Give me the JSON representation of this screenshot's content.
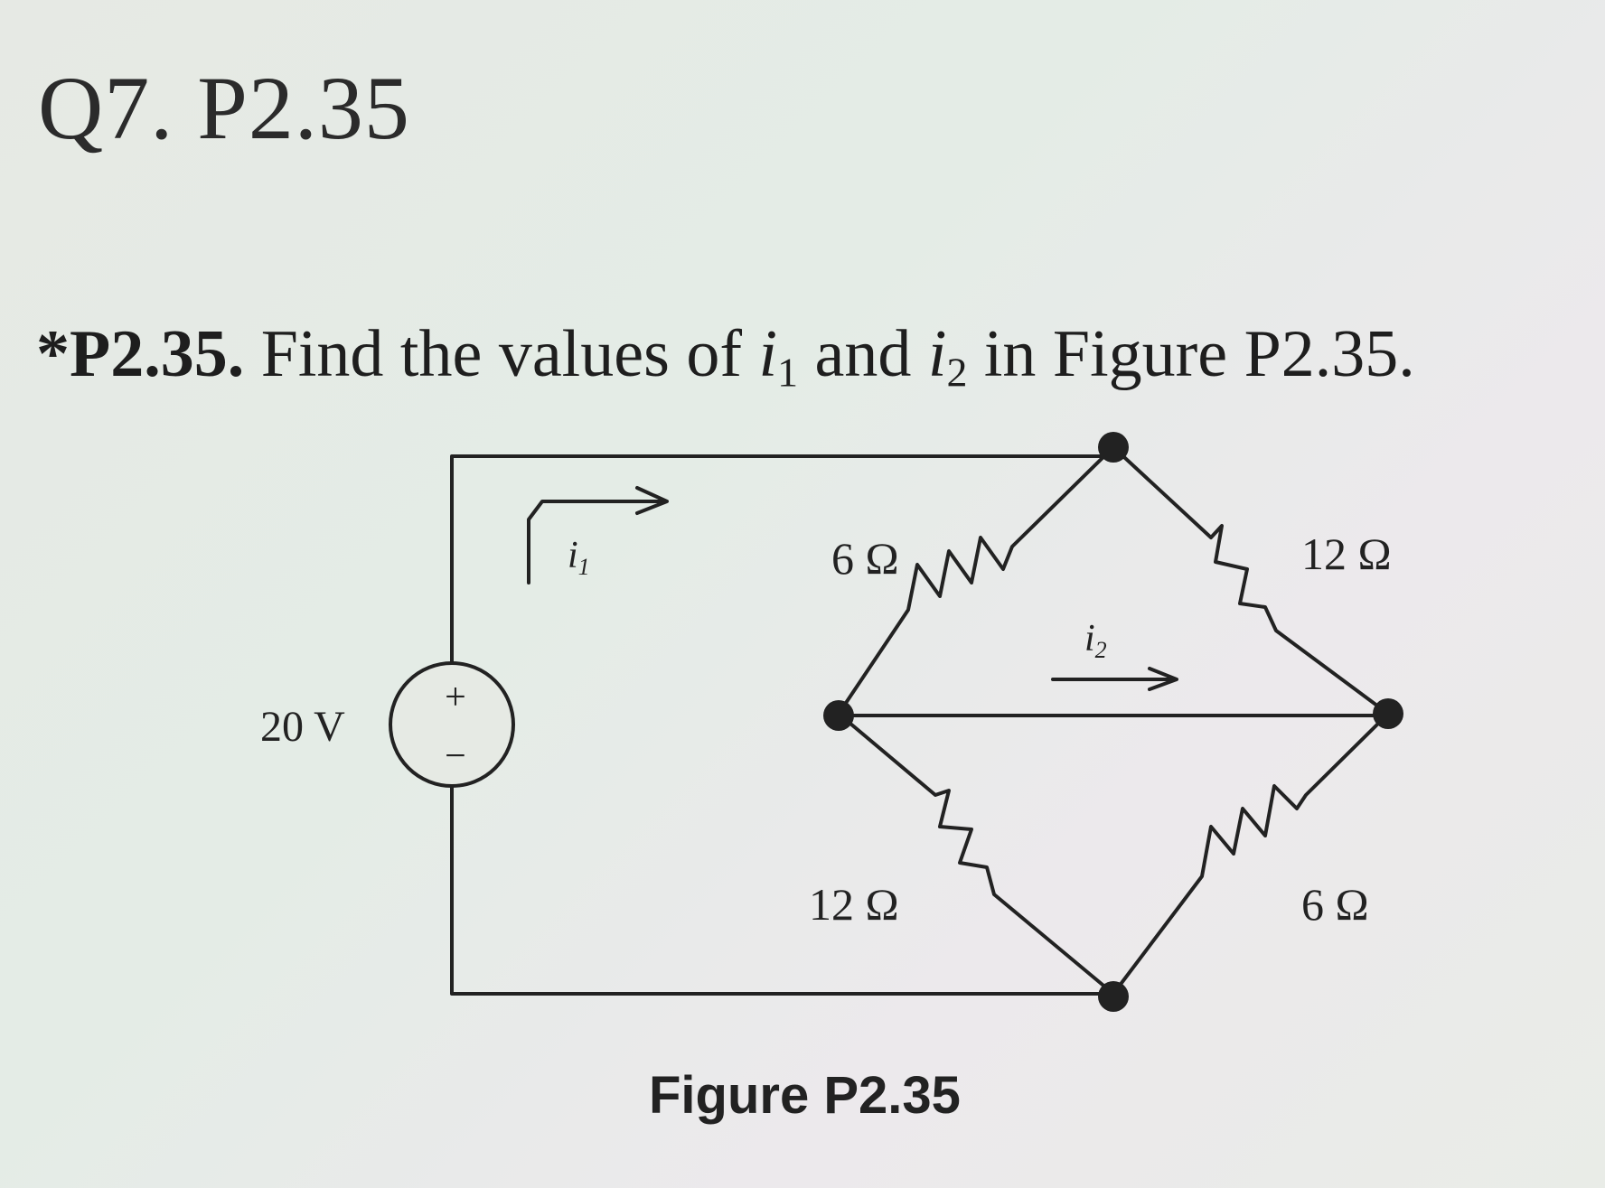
{
  "heading": "Q7. P2.35",
  "problem": {
    "number": "*P2.35.",
    "text_before": "Find the values of",
    "var1": "i",
    "var1_sub": "1",
    "text_mid": "and",
    "var2": "i",
    "var2_sub": "2",
    "text_after": "in Figure P2.35."
  },
  "figure": {
    "caption": "Figure P2.35",
    "source_label": "20 V",
    "source_plus": "+",
    "source_minus": "−",
    "current1_label": "i",
    "current1_sub": "1",
    "current2_label": "i",
    "current2_sub": "2",
    "resistors": {
      "top_left": "6 Ω",
      "top_right": "12 Ω",
      "bottom_left": "12 Ω",
      "bottom_right": "6 Ω"
    }
  },
  "colors": {
    "ink": "#222222",
    "background": "#e6e9e4"
  }
}
